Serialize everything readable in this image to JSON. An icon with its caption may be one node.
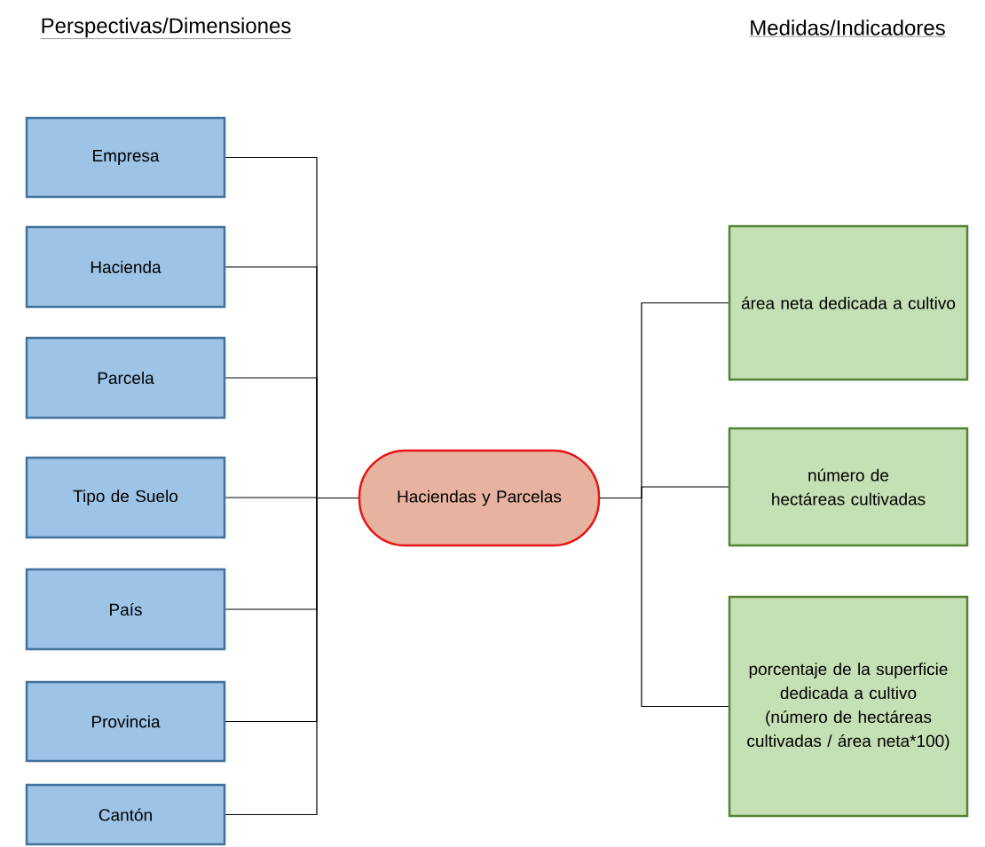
{
  "diagram": {
    "nodes": [
      {
        "text": [
          "Empresa"
        ]
      },
      {
        "text": [
          "Hacienda"
        ]
      },
      {
        "text": [
          "Parcela"
        ]
      },
      {
        "text": [
          "Tipo de Suelo"
        ]
      },
      {
        "text": [
          "País"
        ]
      },
      {
        "text": [
          "Provincia"
        ]
      },
      {
        "text": [
          "Cantón"
        ]
      },
      {
        "text": [
          "Haciendas y Parcelas"
        ]
      },
      {
        "text": [
          "área neta dedicada a cultivo"
        ]
      },
      {
        "text": [
          "número de hectáreas cultivadas"
        ]
      },
      {
        "text": [
          "porcentaje de la superficie dedicada a cultivo (número de hectáreas cultivadas / área neta*100)"
        ]
      }
    ],
    "edges": [
      {
        "from": 0,
        "to": 7,
        "arrow": "none"
      },
      {
        "from": 1,
        "to": 7,
        "arrow": "none"
      },
      {
        "from": 2,
        "to": 7,
        "arrow": "none"
      },
      {
        "from": 3,
        "to": 7,
        "arrow": "none"
      },
      {
        "from": 4,
        "to": 7,
        "arrow": "none"
      },
      {
        "from": 5,
        "to": 7,
        "arrow": "none"
      },
      {
        "from": 6,
        "to": 7,
        "arrow": "none"
      },
      {
        "from": 7,
        "to": 8,
        "arrow": "none"
      },
      {
        "from": 7,
        "to": 9,
        "arrow": "none"
      },
      {
        "from": 7,
        "to": 10,
        "arrow": "none"
      }
    ],
    "labels": [
      "Perspectivas/Dimensiones",
      "Medidas/Indicadores"
    ]
  }
}
